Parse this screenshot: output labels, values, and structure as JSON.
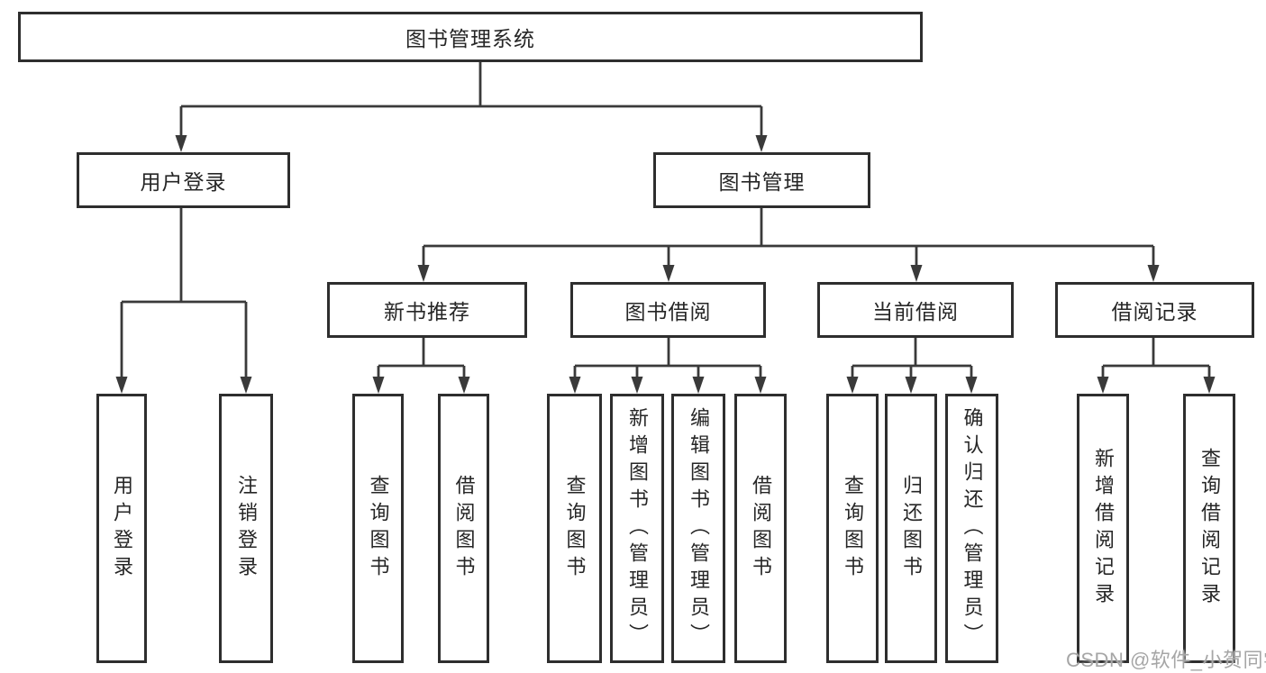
{
  "colors": {
    "background": "#ffffff",
    "box_border": "#2e2e2e",
    "line": "#3a3a3a",
    "text": "#262626",
    "watermark": "#a6a6a6"
  },
  "watermark": {
    "text": "CSDN @软件_小贺同学"
  },
  "tree": {
    "root": {
      "label": "图书管理系统",
      "children": [
        {
          "label": "用户登录",
          "children": [
            {
              "label": "用户登录"
            },
            {
              "label": "注销登录"
            }
          ]
        },
        {
          "label": "图书管理",
          "children": [
            {
              "label": "新书推荐",
              "children": [
                {
                  "label": "查询图书"
                },
                {
                  "label": "借阅图书"
                }
              ]
            },
            {
              "label": "图书借阅",
              "children": [
                {
                  "label": "查询图书"
                },
                {
                  "label": "新增图书（管理员）"
                },
                {
                  "label": "编辑图书（管理员）"
                },
                {
                  "label": "借阅图书"
                }
              ]
            },
            {
              "label": "当前借阅",
              "children": [
                {
                  "label": "查询图书"
                },
                {
                  "label": "归还图书"
                },
                {
                  "label": "确认归还（管理员）"
                }
              ]
            },
            {
              "label": "借阅记录",
              "children": [
                {
                  "label": "新增借阅记录"
                },
                {
                  "label": "查询借阅记录"
                }
              ]
            }
          ]
        }
      ]
    }
  }
}
